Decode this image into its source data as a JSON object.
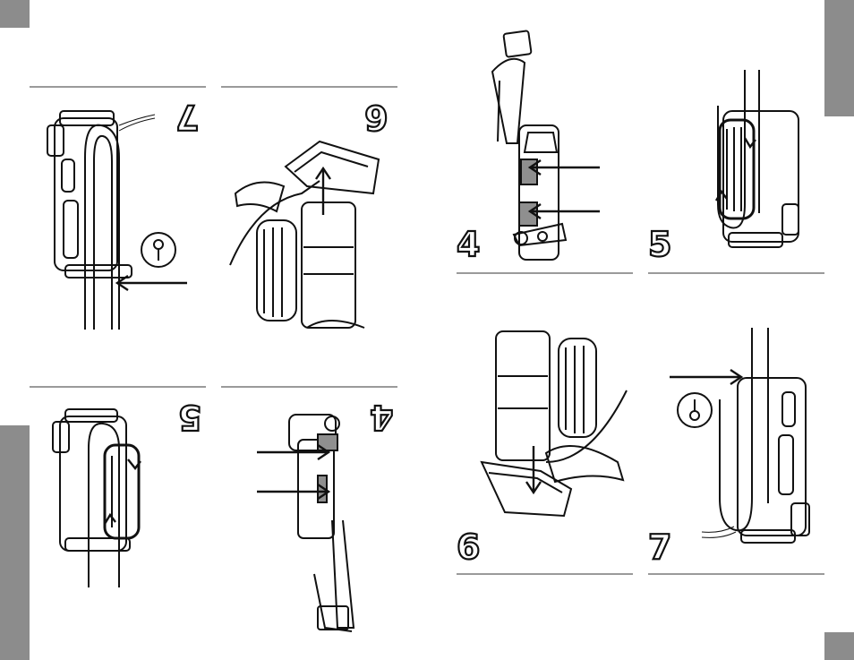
{
  "colors": {
    "side_tab": "#8c8c8c",
    "rule": "#9a9a9a",
    "line_art": "#111111",
    "highlight": "#8f8f8f"
  },
  "steps": {
    "left_page": {
      "step_7": "7",
      "step_6": "6",
      "step_5": "5",
      "step_4": "4"
    },
    "right_page": {
      "step_4": "4",
      "step_5": "5",
      "step_6": "6",
      "step_7": "7"
    }
  },
  "icons": {
    "power_switch": "power-switch-icon",
    "arrow": "arrow-icon"
  }
}
